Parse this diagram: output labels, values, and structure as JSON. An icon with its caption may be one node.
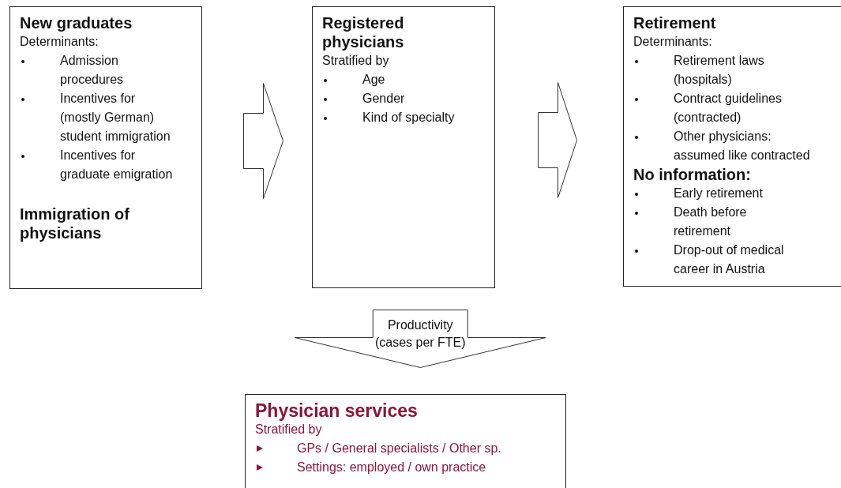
{
  "diagram": {
    "nodes": [
      {
        "text": [
          "New graduates",
          "Determinants:",
          "Admission procedures",
          "Incentives for (mostly German) student immigration",
          "Incentives for graduate emigration",
          "Immigration of physicians"
        ]
      },
      {
        "text": [
          "Registered physicians",
          "Stratified by",
          "Age",
          "Gender",
          "Kind of specialty"
        ]
      },
      {
        "text": [
          "Retirement",
          "Determinants:",
          "Retirement laws (hospitals)",
          "Contract guidelines (contracted)",
          "Other physicians: assumed like contracted",
          "No information:",
          "Early retirement",
          "Death before retirement",
          "Drop-out of medical career in Austria"
        ]
      },
      {
        "text": [
          "Physician services",
          "Stratified by",
          "GPs / General specialists / Other sp.",
          "Settings: employed / own practice"
        ]
      }
    ],
    "edges": [
      {
        "from": 0,
        "to": 1,
        "arrow": "to"
      },
      {
        "from": 1,
        "to": 2,
        "arrow": "to"
      },
      {
        "from": 1,
        "to": 3,
        "arrow": "to",
        "label": "Productivity (cases per FTE)"
      }
    ]
  }
}
